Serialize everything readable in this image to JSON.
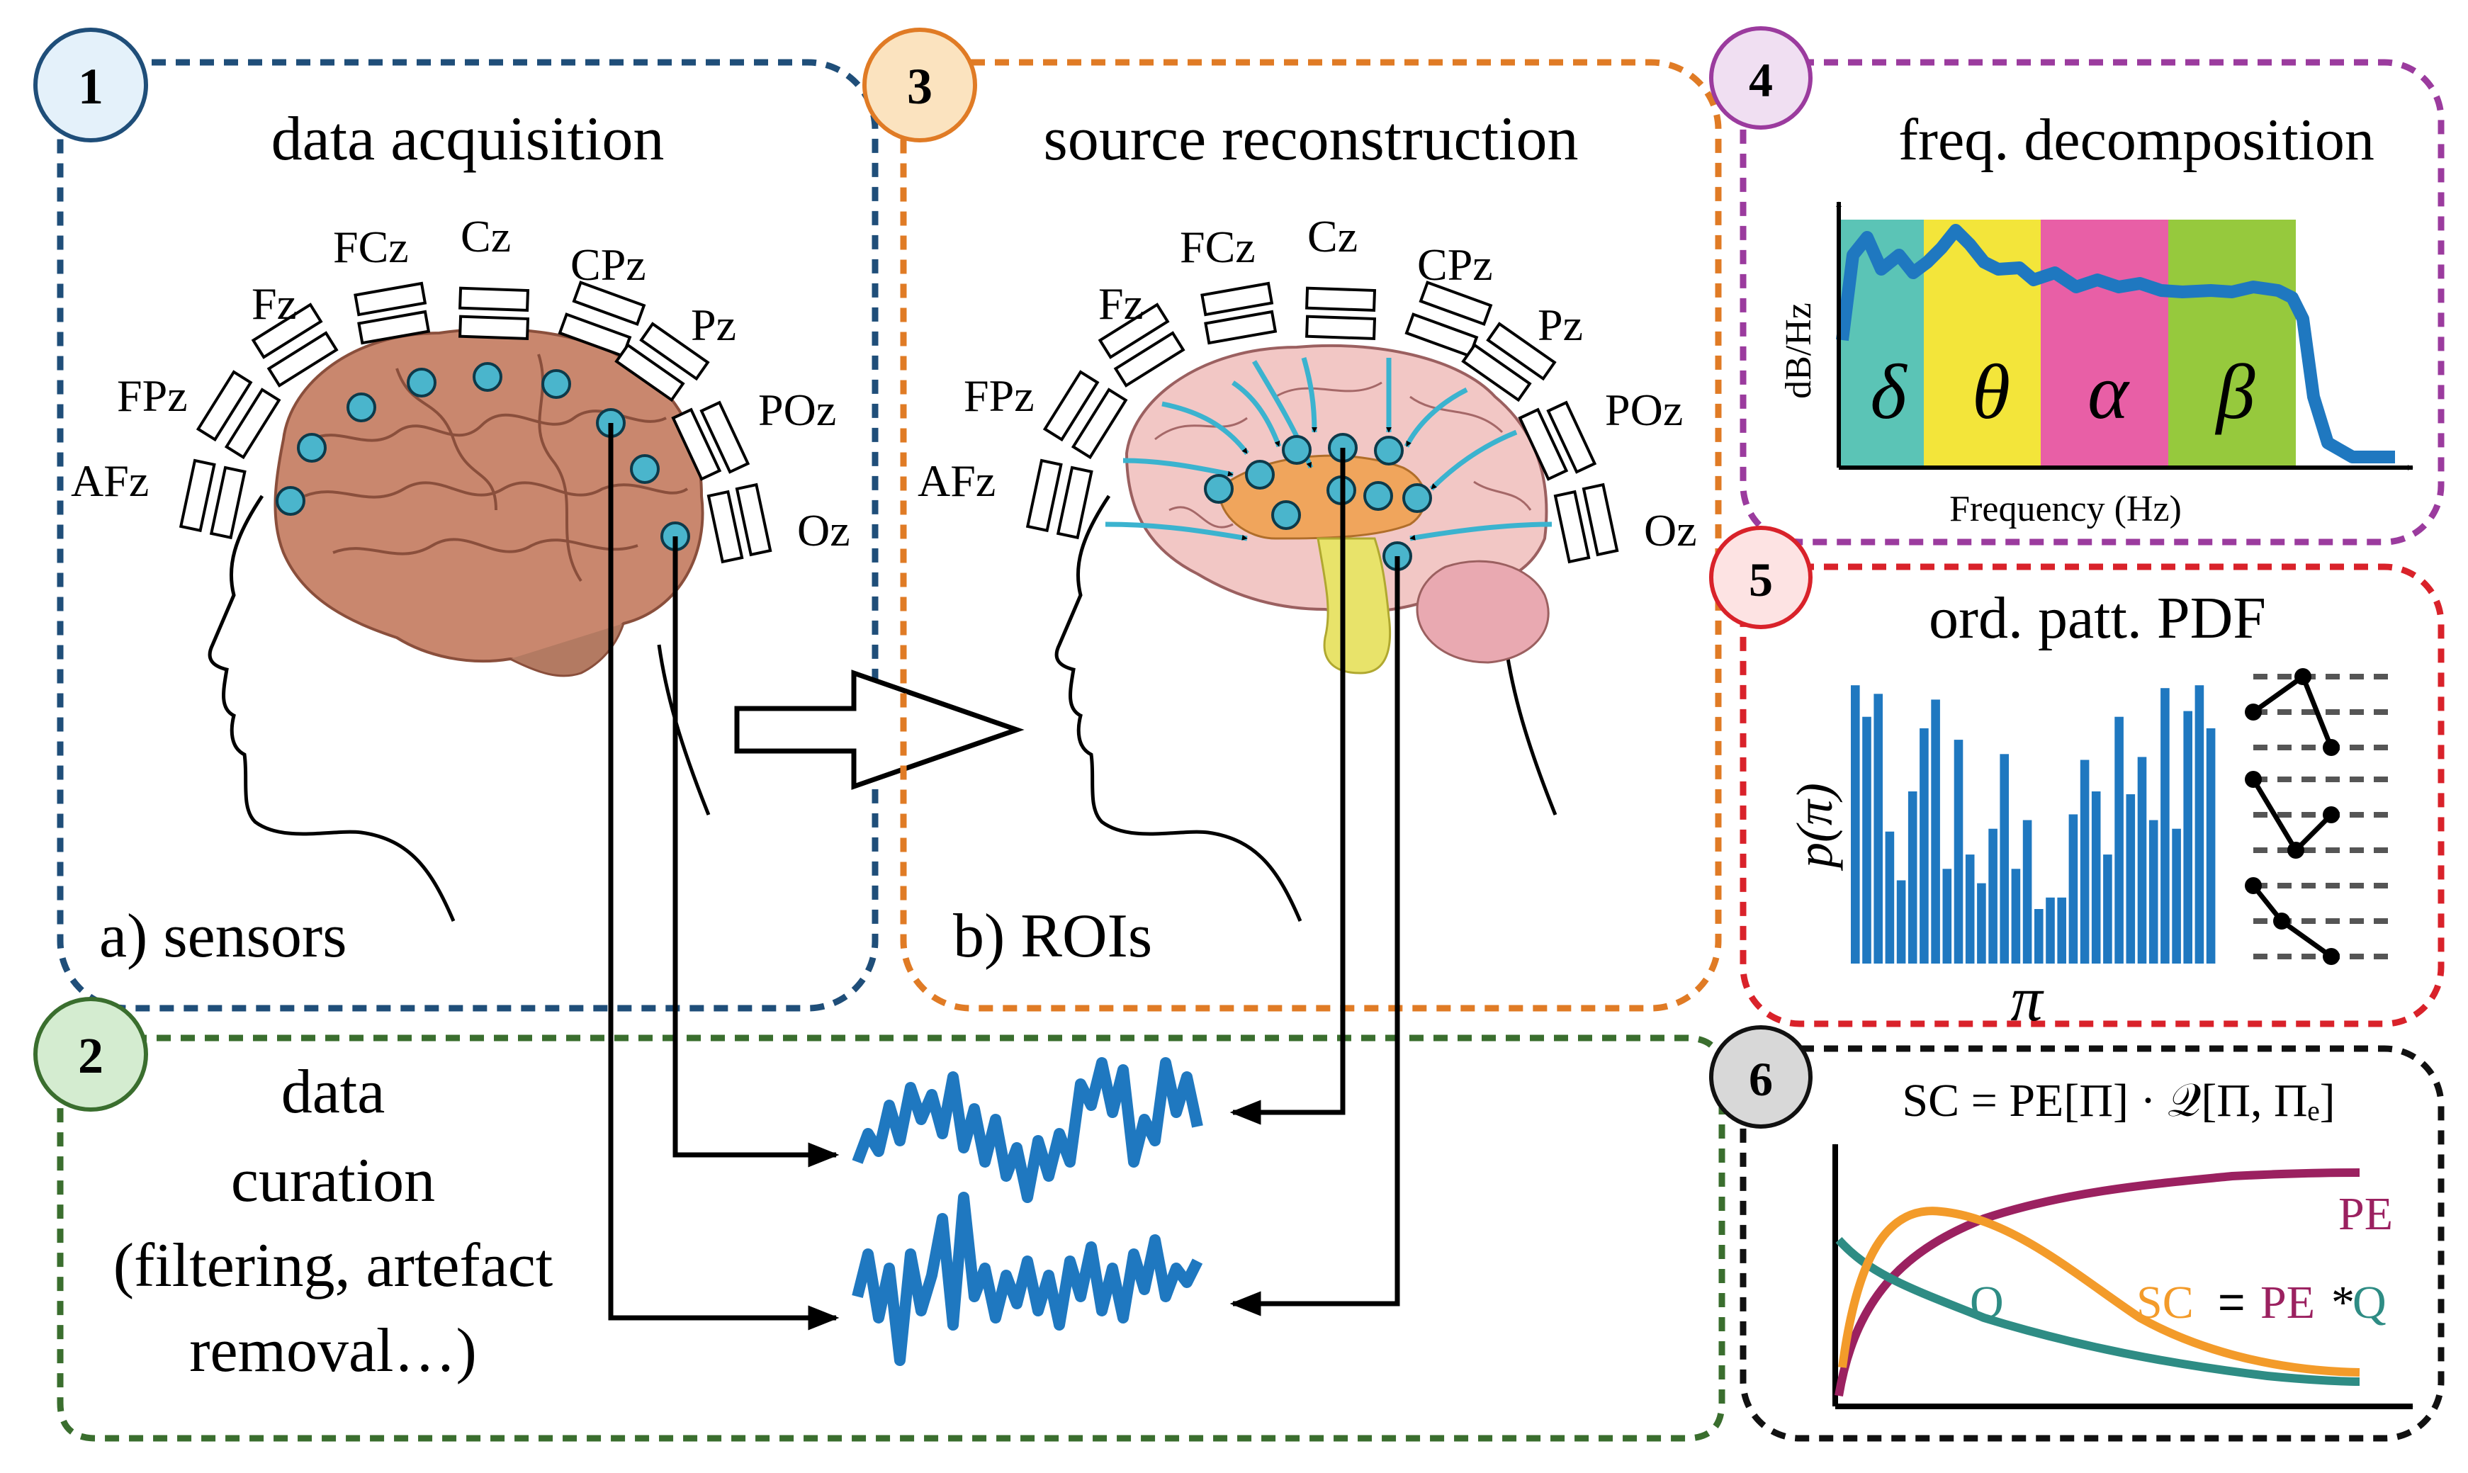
{
  "colors": {
    "panel1": "#1f4e79",
    "panel2": "#3a6e2e",
    "panel3": "#e07b25",
    "panel4": "#9b3b9e",
    "panel5": "#d9222a",
    "panel6": "#111111",
    "badge1": "#e4f1fa",
    "badge2": "#d4ecd0",
    "badge3": "#fbe3bf",
    "badge4": "#f0dff2",
    "badge5": "#fde3e3",
    "badge6": "#d8d8d8",
    "electrode": "#4ab5cc",
    "signal": "#1f78c0",
    "delta": "#5bc4b6",
    "theta": "#f3e53a",
    "alpha": "#e85fa6",
    "beta": "#96c93d",
    "pe": "#9b2160",
    "sc": "#f39b2a",
    "q": "#2e8c84"
  },
  "panel1": {
    "number": "1",
    "title": "data acquisition",
    "caption": "a) sensors",
    "electrodes": [
      "AFz",
      "FPz",
      "Fz",
      "FCz",
      "Cz",
      "CPz",
      "Pz",
      "POz",
      "Oz"
    ]
  },
  "panel2": {
    "number": "2",
    "title_lines": [
      "data",
      "curation",
      "(filtering, artefact",
      "removal…)"
    ]
  },
  "panel3": {
    "number": "3",
    "title": "source reconstruction",
    "caption": "b) ROIs",
    "electrodes": [
      "AFz",
      "FPz",
      "Fz",
      "FCz",
      "Cz",
      "CPz",
      "Pz",
      "POz",
      "Oz"
    ]
  },
  "panel4": {
    "number": "4",
    "title": "freq. decomposition",
    "xlabel": "Frequency (Hz)",
    "ylabel": "dB/Hz",
    "bands": [
      "δ",
      "θ",
      "α",
      "β"
    ]
  },
  "panel5": {
    "number": "5",
    "title": "ord. patt. PDF",
    "xlabel": "π",
    "ylabel": "p(π)",
    "bar_heights": [
      0.97,
      0.86,
      0.94,
      0.46,
      0.29,
      0.6,
      0.82,
      0.92,
      0.33,
      0.78,
      0.38,
      0.28,
      0.47,
      0.73,
      0.33,
      0.5,
      0.19,
      0.23,
      0.23,
      0.52,
      0.71,
      0.6,
      0.38,
      0.86,
      0.59,
      0.72,
      0.5,
      0.96,
      0.47,
      0.88,
      0.97,
      0.82
    ]
  },
  "panel6": {
    "number": "6",
    "formula": "SC = PE[Π] · 𝒬[Π, Πₑ]",
    "label_pe": "PE",
    "label_q": "Q",
    "label_sc": "SC",
    "label_eq": "=",
    "label_pe2": "PE",
    "label_star": "*",
    "label_q2": "Q"
  }
}
